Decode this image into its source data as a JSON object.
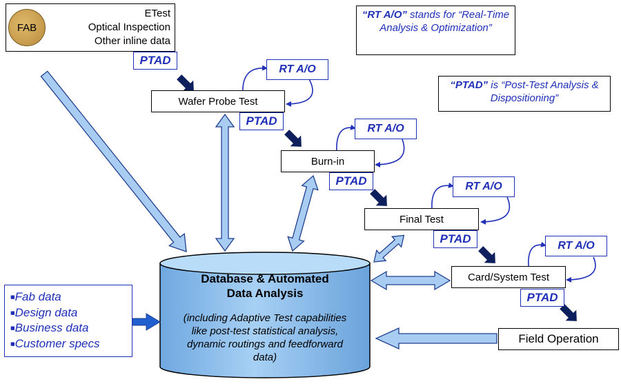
{
  "fab": {
    "badge": "FAB",
    "lines": [
      "ETest",
      "Optical Inspection",
      "Other inline data"
    ]
  },
  "notes": {
    "rtao": {
      "term": "“RT A/O”",
      "text": " stands for “Real-Time Analysis & Optimization”"
    },
    "ptad": {
      "term": "“PTAD”",
      "text": " is “Post-Test Analysis & Dispositioning”"
    }
  },
  "stages": {
    "wafer_probe": "Wafer Probe Test",
    "burn_in": "Burn-in",
    "final_test": "Final Test",
    "card_system": "Card/System Test",
    "field": "Field Operation"
  },
  "labels": {
    "ptad": "PTAD",
    "rtao": "RT A/O"
  },
  "database": {
    "title_line1": "Database & Automated",
    "title_line2": "Data Analysis",
    "desc_lines": [
      "(including Adaptive Test capabilities",
      "like post-test statistical analysis,",
      "dynamic routings and feedforward",
      "data)"
    ]
  },
  "inputs": [
    "Fab data",
    "Design data",
    "Business data",
    "Customer specs"
  ],
  "colors": {
    "blue_text": "#1f2fb8",
    "arrow_fill": "#a9cdf2",
    "arrow_stroke": "#1f3f8f",
    "dark_arrow": "#0d1f5c",
    "cylinder": "#8ec0ee"
  }
}
